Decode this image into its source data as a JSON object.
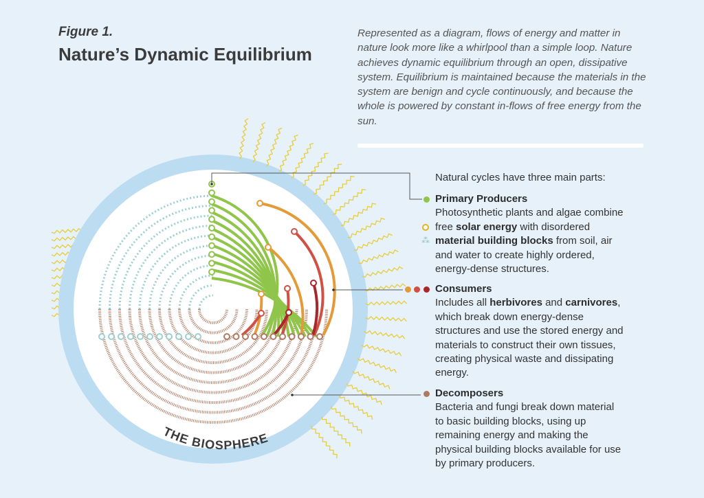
{
  "header": {
    "figure_label": "Figure 1.",
    "title": "Nature’s Dynamic Equilibrium",
    "intro": "Represented as a diagram, flows of energy and matter in nature look more like a whirlpool than a simple loop. Nature achieves dynamic equilibrium through an open, dissipative system. Equilibrium is maintained because the materials in the system are benign and cycle continuously, and because the whole is powered by constant in-flows of free energy from the sun."
  },
  "diagram": {
    "ring_label": "THE BIOSPHERE"
  },
  "legend": {
    "intro": "Natural cycles have three main parts:",
    "producers": {
      "title": "Primary Producers",
      "lines": [
        {
          "pre": "Photosynthetic plants and algae combine",
          "bold": "",
          "post": ""
        },
        {
          "pre": "free ",
          "bold": "solar energy",
          "post": " with disordered"
        },
        {
          "pre": "",
          "bold": "material building blocks",
          "post": " from soil, air"
        },
        {
          "pre": "and water to create highly ordered,",
          "bold": "",
          "post": ""
        },
        {
          "pre": "energy-dense structures.",
          "bold": "",
          "post": ""
        }
      ]
    },
    "consumers": {
      "title": "Consumers",
      "lines": [
        {
          "pre": "Includes all ",
          "bold": "herbivores",
          "mid": " and ",
          "bold2": "carnivores",
          "post": ","
        },
        {
          "pre": "which break down energy-dense",
          "bold": "",
          "mid": "",
          "bold2": "",
          "post": ""
        },
        {
          "pre": "structures and use the stored energy and",
          "bold": "",
          "mid": "",
          "bold2": "",
          "post": ""
        },
        {
          "pre": "materials to construct their own tissues,",
          "bold": "",
          "mid": "",
          "bold2": "",
          "post": ""
        },
        {
          "pre": "creating physical waste and dissipating",
          "bold": "",
          "mid": "",
          "bold2": "",
          "post": ""
        },
        {
          "pre": "energy.",
          "bold": "",
          "mid": "",
          "bold2": "",
          "post": ""
        }
      ]
    },
    "decomposers": {
      "title": "Decomposers",
      "lines": [
        "Bacteria and fungi break down material",
        "to basic building blocks, using up",
        "remaining energy and making the",
        "physical building blocks available for use",
        "by primary producers."
      ]
    }
  },
  "colors": {
    "background": "#e6f1fa",
    "biosphere_ring": "#bcdcf2",
    "producer_green": "#8fc54a",
    "consumer_orange": "#e39b3a",
    "consumer_red": "#d05043",
    "consumer_darkred": "#a8272b",
    "decomposer_brown": "#b07a62",
    "material_teal": "#9dcfcf",
    "solar_yellow": "#e8cd3a"
  }
}
